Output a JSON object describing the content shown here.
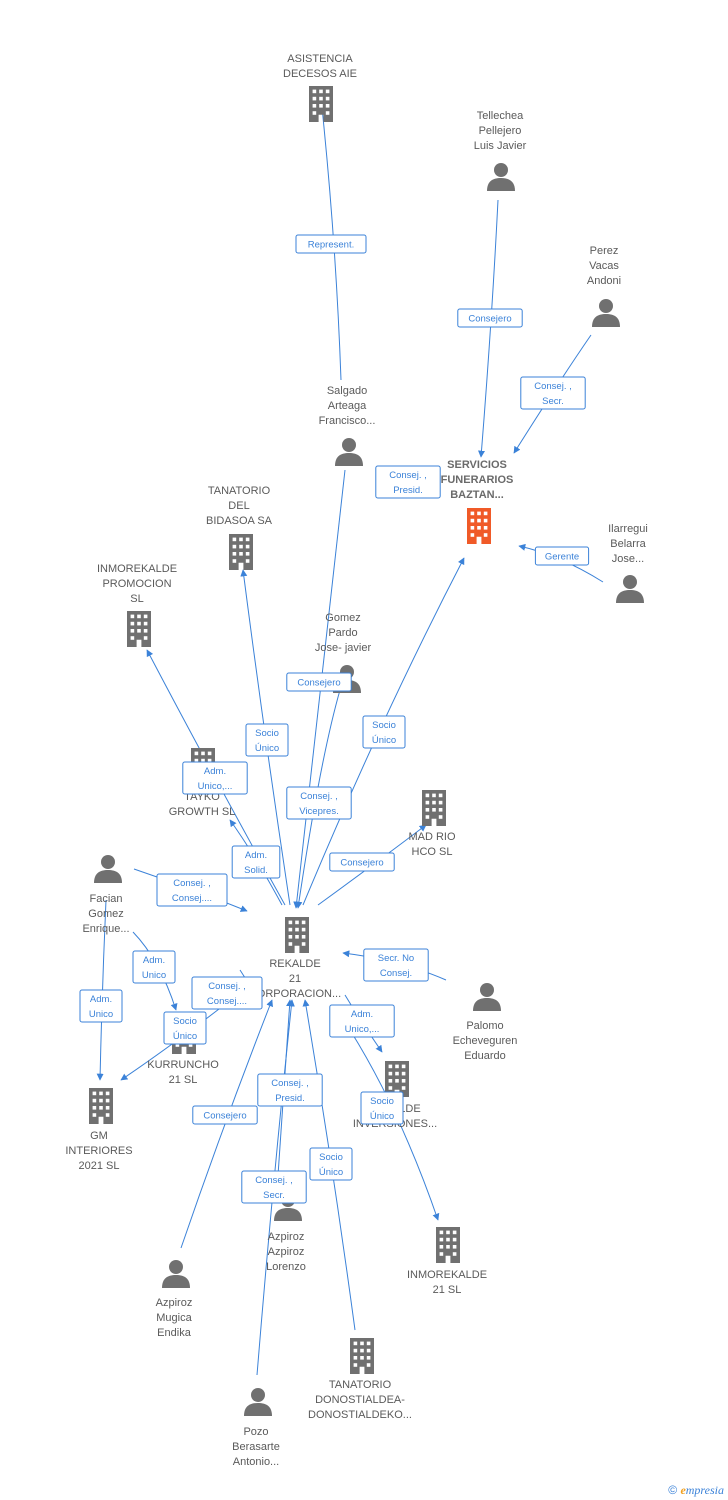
{
  "colors": {
    "edge": "#3b82d8",
    "node": "#707070",
    "highlight": "#f05a28"
  },
  "nodes": [
    {
      "id": "asistencia",
      "type": "company",
      "lines": [
        "ASISTENCIA",
        "DECESOS AIE"
      ]
    },
    {
      "id": "tellechea",
      "type": "person",
      "lines": [
        "Tellechea",
        "Pellejero",
        "Luis Javier"
      ]
    },
    {
      "id": "perez",
      "type": "person",
      "lines": [
        "Perez",
        "Vacas",
        "Andoni"
      ]
    },
    {
      "id": "salgado",
      "type": "person",
      "lines": [
        "Salgado",
        "Arteaga",
        "Francisco..."
      ]
    },
    {
      "id": "servicios",
      "type": "company",
      "highlight": true,
      "lines": [
        "SERVICIOS",
        "FUNERARIOS",
        "BAZTAN..."
      ]
    },
    {
      "id": "ilarregui",
      "type": "person",
      "lines": [
        "Ilarregui",
        "Belarra",
        "Jose..."
      ]
    },
    {
      "id": "tanatorio_bidasoa",
      "type": "company",
      "lines": [
        "TANATORIO",
        "DEL",
        "BIDASOA SA"
      ]
    },
    {
      "id": "inmorekalde_promo",
      "type": "company",
      "lines": [
        "INMOREKALDE",
        "PROMOCION",
        "SL"
      ]
    },
    {
      "id": "gomez",
      "type": "person",
      "lines": [
        "Gomez",
        "Pardo",
        "Jose- javier"
      ]
    },
    {
      "id": "tayko",
      "type": "company",
      "lines": [
        "TAYKO",
        "GROWTH  SL"
      ]
    },
    {
      "id": "madrio",
      "type": "company",
      "lines": [
        "MAD RIO",
        "HCO  SL"
      ]
    },
    {
      "id": "facian",
      "type": "person",
      "lines": [
        "Facian",
        "Gomez",
        "Enrique..."
      ]
    },
    {
      "id": "rekalde",
      "type": "company",
      "lines": [
        "REKALDE",
        "21",
        "CORPORACION..."
      ]
    },
    {
      "id": "palomo",
      "type": "person",
      "lines": [
        "Palomo",
        "Echeveguren",
        "Eduardo"
      ]
    },
    {
      "id": "kurruncho",
      "type": "company",
      "lines": [
        "KURRUNCHO",
        "21  SL"
      ]
    },
    {
      "id": "gm",
      "type": "company",
      "lines": [
        "GM",
        "INTERIORES",
        "2021  SL"
      ]
    },
    {
      "id": "rekalde_inv",
      "type": "company",
      "lines": [
        "REKALDE",
        "INVERSIONES..."
      ]
    },
    {
      "id": "inmorekalde21",
      "type": "company",
      "lines": [
        "INMOREKALDE",
        "21  SL"
      ]
    },
    {
      "id": "azpiroz_l",
      "type": "person",
      "lines": [
        "Azpiroz",
        "Azpiroz",
        "Lorenzo"
      ]
    },
    {
      "id": "azpiroz_e",
      "type": "person",
      "lines": [
        "Azpiroz",
        "Mugica",
        "Endika"
      ]
    },
    {
      "id": "tanatorio_don",
      "type": "company",
      "lines": [
        "TANATORIO",
        "DONOSTIALDEA-",
        "DONOSTIALDEKO..."
      ]
    },
    {
      "id": "pozo",
      "type": "person",
      "lines": [
        "Pozo",
        "Berasarte",
        "Antonio..."
      ]
    }
  ],
  "edges": [
    {
      "from": "salgado",
      "to": "asistencia",
      "lines": [
        "Represent."
      ]
    },
    {
      "from": "tellechea",
      "to": "servicios",
      "lines": [
        "Consejero"
      ]
    },
    {
      "from": "perez",
      "to": "servicios",
      "lines": [
        "Consej. ,",
        "Secr."
      ]
    },
    {
      "from": "servicios",
      "to": "servicios",
      "lines": [
        "Consej. ,",
        "Presid."
      ]
    },
    {
      "from": "ilarregui",
      "to": "servicios",
      "lines": [
        "Gerente"
      ]
    },
    {
      "from": "rekalde",
      "to": "tanatorio_bidasoa",
      "lines": [
        "Socio",
        "Único"
      ]
    },
    {
      "from": "rekalde",
      "to": "inmorekalde_promo",
      "lines": [
        "Adm.",
        "Unico,..."
      ]
    },
    {
      "from": "gomez",
      "to": "rekalde",
      "lines": [
        "Consejero"
      ]
    },
    {
      "from": "rekalde",
      "to": "servicios",
      "lines": [
        "Socio",
        "Único"
      ]
    },
    {
      "from": "salgado",
      "to": "rekalde",
      "lines": [
        "Consej. ,",
        "Vicepres."
      ]
    },
    {
      "from": "rekalde",
      "to": "tayko",
      "lines": [
        "Adm.",
        "Solid."
      ]
    },
    {
      "from": "rekalde",
      "to": "madrio",
      "lines": [
        "Consejero"
      ]
    },
    {
      "from": "facian",
      "to": "rekalde",
      "lines": [
        "Consej. ,",
        "Consej...."
      ]
    },
    {
      "from": "palomo",
      "to": "rekalde",
      "lines": [
        "Secr.  No",
        "Consej."
      ]
    },
    {
      "from": "facian",
      "to": "kurruncho",
      "lines": [
        "Adm.",
        "Unico"
      ]
    },
    {
      "from": "facian",
      "to": "gm",
      "lines": [
        "Adm.",
        "Unico"
      ]
    },
    {
      "from": "rekalde",
      "to": "gm",
      "lines": [
        "Socio",
        "Único"
      ]
    },
    {
      "from": "azpiroz_e",
      "to": "rekalde",
      "lines": [
        "Consej. ,",
        "Consej...."
      ]
    },
    {
      "from": "rekalde",
      "to": "rekalde_inv",
      "lines": [
        "Adm.",
        "Unico,..."
      ]
    },
    {
      "from": "rekalde",
      "to": "inmorekalde21",
      "lines": [
        "Socio",
        "Único"
      ]
    },
    {
      "from": "azpiroz_l",
      "to": "rekalde",
      "lines": [
        "Consej. ,",
        "Presid."
      ]
    },
    {
      "from": "azpiroz_e",
      "to": "rekalde",
      "lines": [
        "Consejero"
      ]
    },
    {
      "from": "tanatorio_don",
      "to": "rekalde",
      "lines": [
        "Socio",
        "Único"
      ]
    },
    {
      "from": "pozo",
      "to": "rekalde",
      "lines": [
        "Consej. ,",
        "Secr."
      ]
    }
  ],
  "footer": {
    "copyright": "©",
    "brand_initial": "e",
    "brand_rest": "mpresia"
  }
}
